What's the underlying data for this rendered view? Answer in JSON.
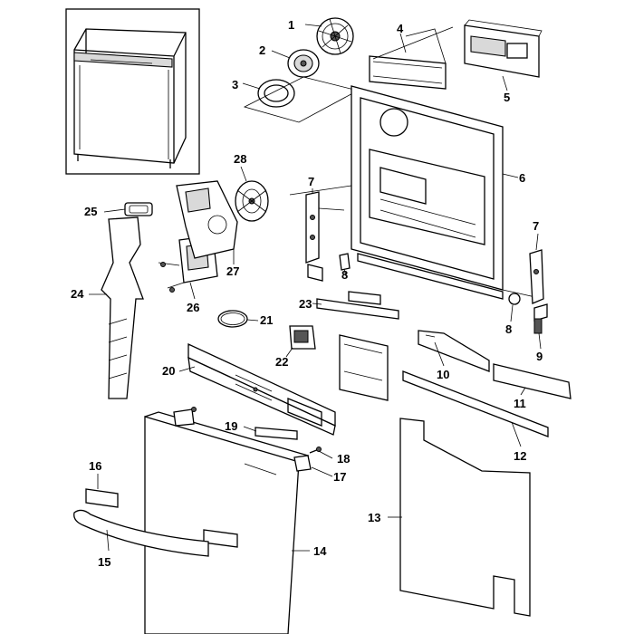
{
  "diagram": {
    "callouts": [
      "1",
      "2",
      "3",
      "4",
      "5",
      "6",
      "7",
      "7",
      "8",
      "8",
      "9",
      "10",
      "11",
      "12",
      "13",
      "14",
      "15",
      "16",
      "17",
      "18",
      "19",
      "20",
      "21",
      "22",
      "23",
      "24",
      "25",
      "26",
      "27",
      "28"
    ]
  }
}
